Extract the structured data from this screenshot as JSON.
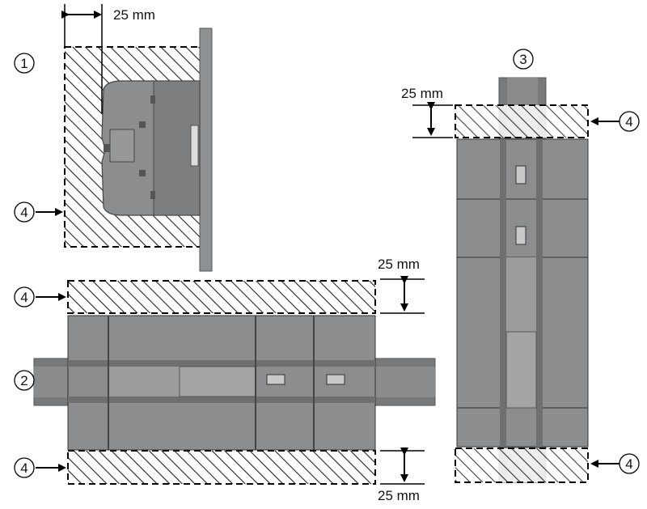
{
  "dimensions": {
    "side_view": "25 mm",
    "horizontal_top": "25 mm",
    "horizontal_bottom": "25 mm",
    "vertical_top": "25 mm"
  },
  "callouts": {
    "side_view": "1",
    "horizontal_rail": "2",
    "vertical_rail": "3",
    "clearance_zone": "4"
  },
  "colors": {
    "module_body": "#8c8d8f",
    "module_dark": "#6e6f71",
    "module_light": "#a9aaac",
    "rail": "#767778",
    "hatch": "#222222"
  },
  "icons": [
    "arrow-left-icon",
    "double-arrow-icon",
    "circled-number-icon"
  ]
}
